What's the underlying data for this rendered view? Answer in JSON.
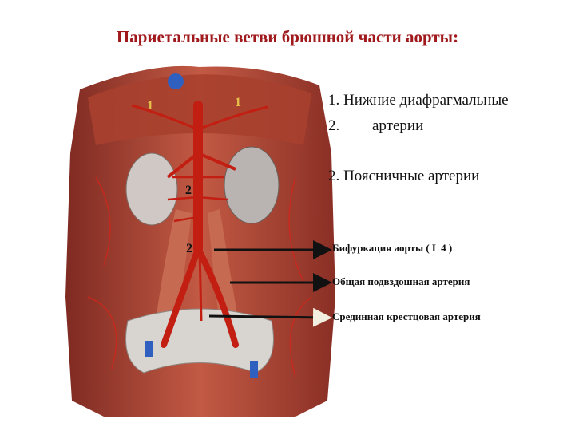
{
  "title": "Париетальные ветви брюшной части аорты:",
  "list": {
    "item1": "1. Нижние диафрагмальные",
    "item2_num": "2.",
    "item2_text": "артерии",
    "item3": "2. Поясничные артерии"
  },
  "callouts": [
    "Бифуркация аорты ( L 4 )",
    "Общая подвздошная артерия",
    "Срединная крестцовая артерия"
  ],
  "markers": [
    "1",
    "1",
    "2",
    "2"
  ],
  "colors": {
    "title": "#a0191c",
    "muscle": "#b3493b",
    "artery": "#c21e12",
    "marker_gold": "#e5c14a",
    "vein_blue": "#2f5fbf"
  }
}
